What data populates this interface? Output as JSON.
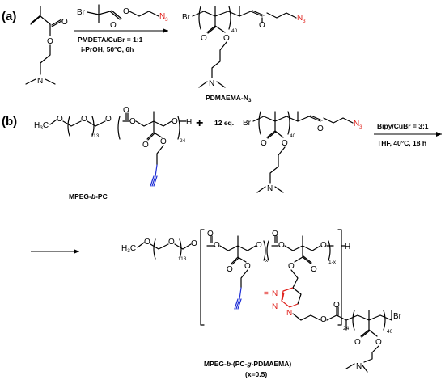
{
  "panels": {
    "a": "(a)",
    "b": "(b)"
  },
  "atoms": {
    "O": "O",
    "N": "N",
    "Br": "Br",
    "H": "H",
    "N3_main": "N",
    "N3_sub": "3",
    "H3C": "H",
    "H3C_sub": "3",
    "H3C_C": "C",
    "tri_N": "N",
    "tri_eq": "="
  },
  "subscripts": {
    "n40": "40",
    "n113": "113",
    "n24": "24",
    "x": "x",
    "one_minus_x": "1-x"
  },
  "reaction_a": {
    "condition_1": "PMDETA/CuBr = 1:1",
    "condition_2": "i-PrOH, 50°C, 6h",
    "product_label": "PDMAEMA-N",
    "product_sub": "3"
  },
  "reaction_b": {
    "plus": "+",
    "equiv": "12 eq.",
    "condition_1": "Bipy/CuBr = 3:1",
    "condition_2": "THF, 40°C, 18 h",
    "reactant_label_pre": "MPEG-",
    "reactant_label_italic": "b",
    "reactant_label_post": "-PC"
  },
  "final_product": {
    "label_pre": "MPEG-",
    "label_b": "b",
    "label_mid": "-(PC-",
    "label_g": "g",
    "label_post": "-PDMAEMA)",
    "x_note": "(x=0.5)"
  },
  "colors": {
    "azide": "#e0201b",
    "alkyne": "#1f2fd6",
    "bonds": "#000000"
  }
}
